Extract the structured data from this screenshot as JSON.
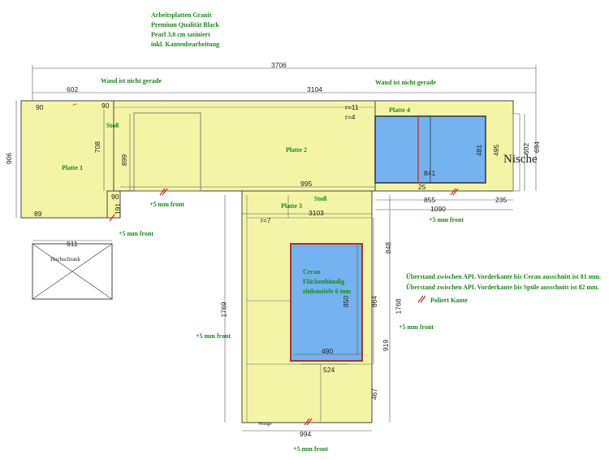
{
  "header": {
    "line1": "Arbeitsplatten Granit",
    "line2": "Premium Qualität Black",
    "line3": "Pearl 3,0 cm satiniert",
    "line4": "inkl. Kantenbearbeitung"
  },
  "dimensions": {
    "total_width": "3706",
    "left_top": "602",
    "right_top": "3104",
    "left_height": "906",
    "p1_inner": "708",
    "p2_inner": "899",
    "step_90a": "90",
    "step_90b": "90",
    "step_90c": "90",
    "corner_89": "89",
    "mid_995": "995",
    "small_191": "191",
    "r11": "r=11",
    "r4": "r=4",
    "r7": "r=7",
    "sink_h": "481",
    "sink_h2": "495",
    "sink_w": "841",
    "sink_gap": "25",
    "right_855": "855",
    "right_235": "235",
    "right_1090": "1090",
    "right_602": "602",
    "right_694": "694",
    "center_3103": "3103",
    "island_848": "848",
    "island_1769": "1769",
    "island_1768": "1768",
    "island_850": "850",
    "island_864": "864",
    "island_490": "490",
    "island_524": "524",
    "island_919": "919",
    "island_467": "467",
    "island_994": "994",
    "left_611": "611"
  },
  "labels": {
    "wall_left": "Wand ist nicht gerade",
    "wall_right": "Wand ist nicht gerade",
    "platte1": "Platte 1",
    "platte2": "Platte 2",
    "platte3": "Platte 3",
    "platte4": "Platte 4",
    "stoss1": "Stoß",
    "stoss2": "Stoß",
    "nische": "Nische",
    "hochschrank": "Hochschrank",
    "wange": "Wange",
    "front1": "+5 mm front",
    "front2": "+5 mm front",
    "front3": "+5 mm front",
    "front4": "+5 mm front",
    "front5": "+5 mm front",
    "front6": "+5 mm front",
    "ceran1": "Ceran",
    "ceran2": "Flächenbündig",
    "ceran3": "einbautiefe 6 mm",
    "note1": "Überstand zwischen APL Vorderkante bis Ceran ausschnitt ist 81 mm.",
    "note2": "Überstand zwischen APL Vorderkante bis Spüle ausschnitt ist 82 mm.",
    "poliert": "Poliert Kante"
  }
}
